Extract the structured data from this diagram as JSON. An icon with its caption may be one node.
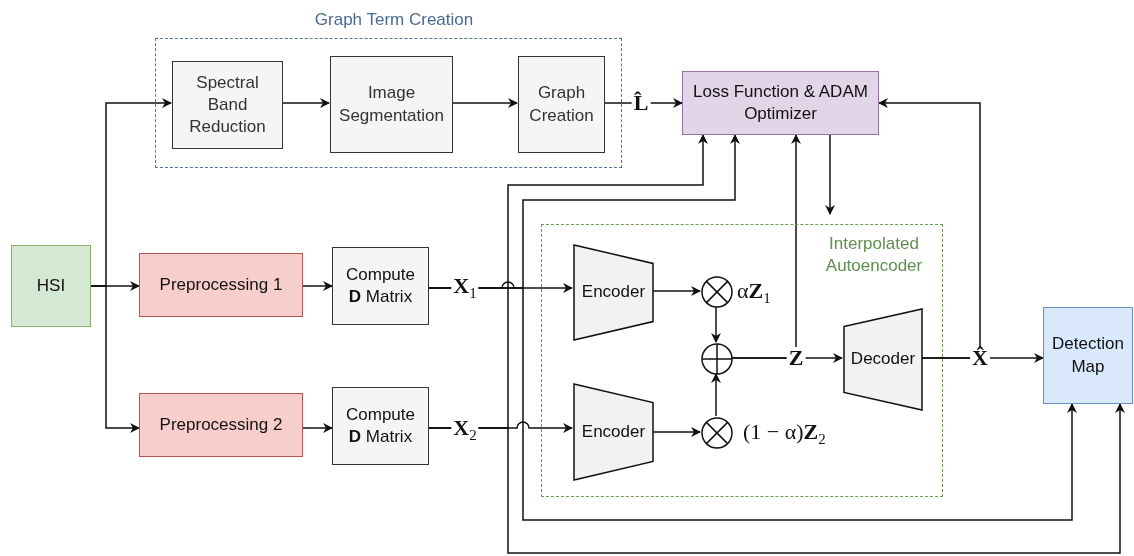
{
  "diagram": {
    "nodes": [
      {
        "text": [
          "Graph Term Creation"
        ]
      },
      {
        "text": [
          "Spectral Band Reduction"
        ],
        "in": 0
      },
      {
        "text": [
          "Image Segmentation"
        ],
        "in": 0
      },
      {
        "text": [
          "Graph Creation"
        ],
        "in": 0
      },
      {
        "text": [
          "Loss Function & ADAM Optimizer"
        ]
      },
      {
        "text": [
          "HSI"
        ]
      },
      {
        "text": [
          "Preprocessing 1"
        ]
      },
      {
        "text": [
          "Compute **D** Matrix"
        ]
      },
      {
        "text": [
          "Preprocessing 2"
        ]
      },
      {
        "text": [
          "Compute **D** Matrix"
        ]
      },
      {
        "text": [
          "Interpolated Autoencoder"
        ]
      },
      {
        "text": [
          "Encoder"
        ],
        "in": 10
      },
      {
        "text": [
          "Encoder"
        ],
        "in": 10
      },
      {
        "text": [],
        "shape": "circle",
        "in": 10,
        "beside": [
          "α**Z**$_{1}$"
        ]
      },
      {
        "text": [],
        "shape": "circle",
        "in": 10
      },
      {
        "text": [],
        "shape": "circle",
        "in": 10,
        "beside": [
          "(1 − α)**Z**$_{2}$"
        ]
      },
      {
        "text": [
          "Decoder"
        ],
        "in": 10
      },
      {
        "text": [
          "Detection Map"
        ]
      }
    ],
    "edges": [
      {
        "from": 5,
        "to": 1,
        "arrow": "to"
      },
      {
        "from": 5,
        "to": 6,
        "arrow": "to"
      },
      {
        "from": 5,
        "to": 8,
        "arrow": "to"
      },
      {
        "from": 1,
        "to": 2,
        "arrow": "to"
      },
      {
        "from": 2,
        "to": 3,
        "arrow": "to"
      },
      {
        "from": 3,
        "to": 4,
        "arrow": "to",
        "label": "L̂"
      },
      {
        "from": 6,
        "to": 7,
        "arrow": "to"
      },
      {
        "from": 8,
        "to": 9,
        "arrow": "to"
      },
      {
        "from": 7,
        "to": 11,
        "arrow": "to",
        "label": "**X**$_{1}$"
      },
      {
        "from": 9,
        "to": 12,
        "arrow": "to",
        "label": "**X**$_{2}$"
      },
      {
        "from": 7,
        "to": 4,
        "arrow": "to"
      },
      {
        "from": 7,
        "to": 17,
        "arrow": "to"
      },
      {
        "from": 9,
        "to": 4,
        "arrow": "to"
      },
      {
        "from": 9,
        "to": 17,
        "arrow": "to"
      },
      {
        "from": 11,
        "to": 13,
        "arrow": "to"
      },
      {
        "from": 12,
        "to": 15,
        "arrow": "to"
      },
      {
        "from": 13,
        "to": 14,
        "arrow": "to"
      },
      {
        "from": 15,
        "to": 14,
        "arrow": "to"
      },
      {
        "from": 14,
        "to": 16,
        "arrow": "to",
        "label": "Z"
      },
      {
        "from": 16,
        "to": 17,
        "arrow": "to",
        "label": "X̂"
      },
      {
        "from": 14,
        "to": 4,
        "arrow": "to"
      },
      {
        "from": 16,
        "to": 4,
        "arrow": "to"
      },
      {
        "from": 4,
        "to": 10,
        "arrow": "to"
      }
    ]
  }
}
